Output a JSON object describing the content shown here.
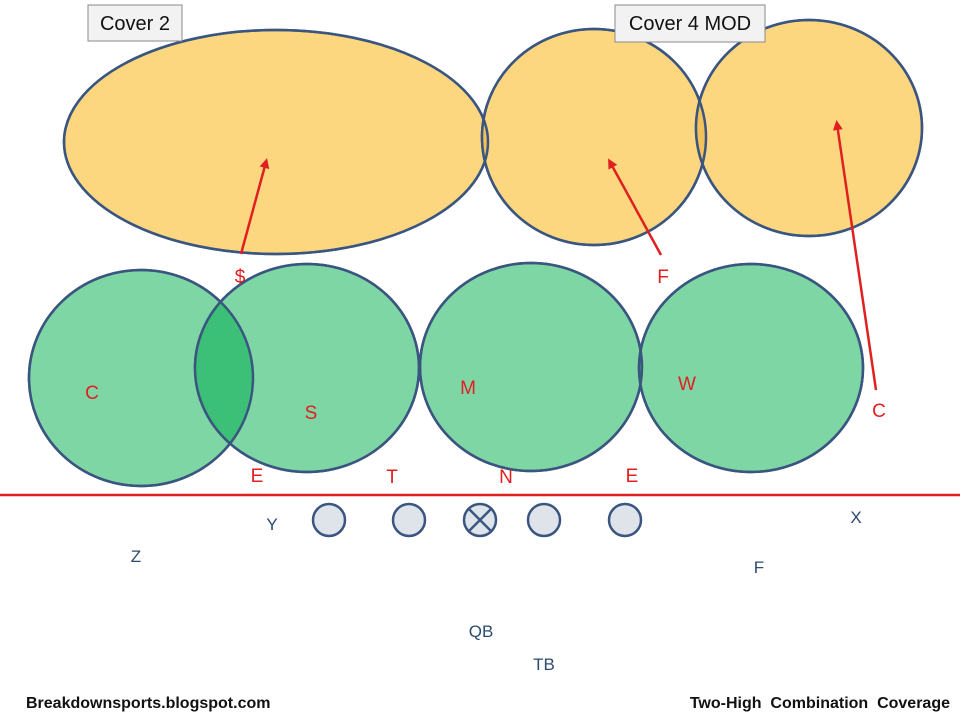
{
  "colors": {
    "deep_zone": "#fdd77f",
    "under_zone": "#7fd6a5",
    "overlap_zone": "#3cc077",
    "outline": "#3a5680",
    "defense": "#e02020",
    "offense": "#2c4a6e",
    "line_of_scrimmage": "#e02020"
  },
  "coverage_labels": {
    "left": "Cover 2",
    "right": "Cover 4 MOD"
  },
  "defense": {
    "dollar": "$",
    "free_safety": "F",
    "corner_left": "C",
    "corner_right": "C",
    "sam": "S",
    "mike": "M",
    "will": "W",
    "end_left": "E",
    "tackle": "T",
    "nose": "N",
    "end_right": "E"
  },
  "offense": {
    "y": "Y",
    "z": "Z",
    "x": "X",
    "f": "F",
    "qb": "QB",
    "tb": "TB"
  },
  "footer": {
    "left": "Breakdownsports.blogspot.com",
    "right": "Two-High  Combination  Coverage"
  }
}
